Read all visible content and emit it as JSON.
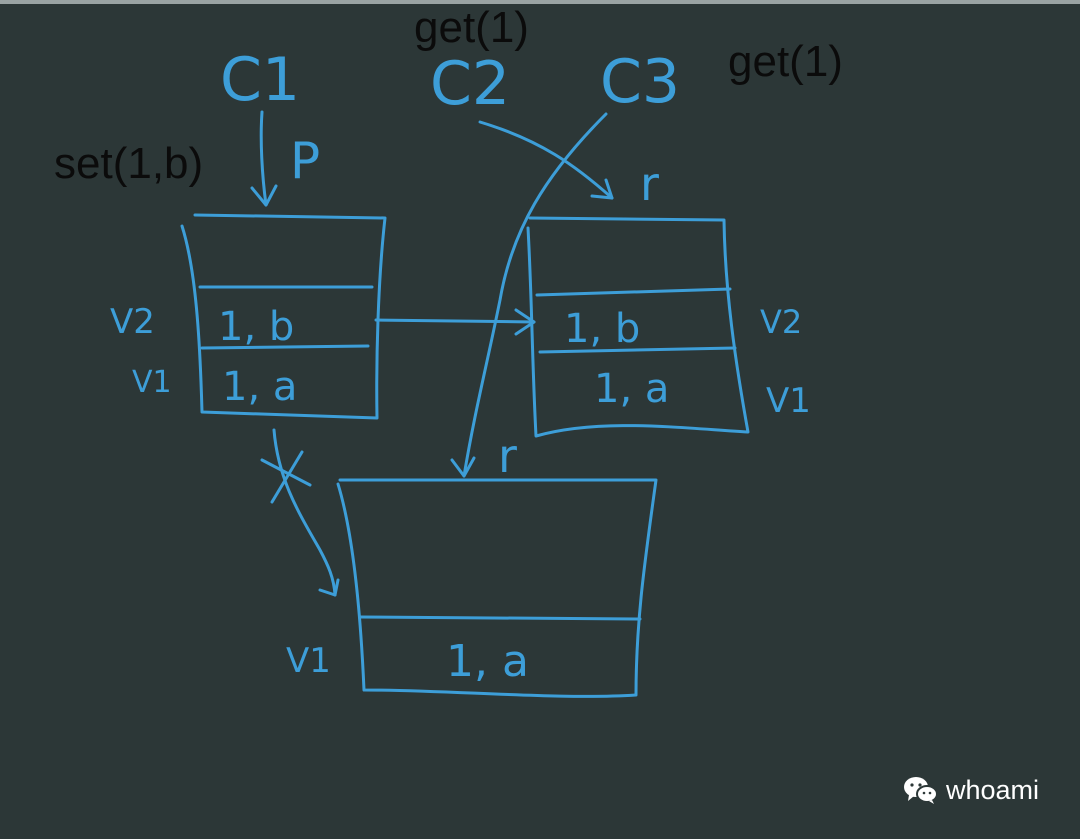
{
  "typed_labels": {
    "c1_op": "set(1,b)",
    "c2_op": "get(1)",
    "c3_op": "get(1)"
  },
  "clients": {
    "c1": "C1",
    "c2": "C2",
    "c3": "C3"
  },
  "roles": {
    "primary": "P",
    "replica_right": "r",
    "replica_bottom": "r"
  },
  "nodes": {
    "primary": {
      "rows": [
        {
          "version": "V2",
          "entry": "1, b"
        },
        {
          "version": "V1",
          "entry": "1, a"
        }
      ]
    },
    "replica_right": {
      "rows": [
        {
          "version": "V2",
          "entry": "1, b"
        },
        {
          "version": "V1",
          "entry": "1, a"
        }
      ]
    },
    "replica_bottom": {
      "rows": [
        {
          "version": "V1",
          "entry": "1, a"
        }
      ]
    }
  },
  "watermark": {
    "icon": "wechat-icon",
    "text": "whoami"
  },
  "colors": {
    "background": "#2c3737",
    "ink": "#3d9ed8",
    "typed_text": "#0b0b0b"
  }
}
